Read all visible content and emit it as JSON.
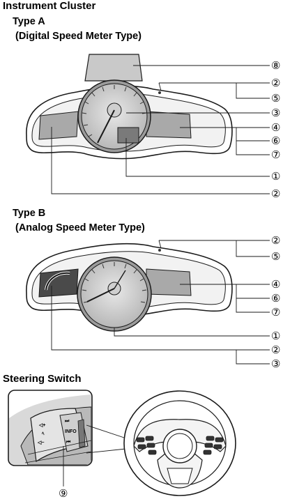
{
  "headings": {
    "main": "Instrument Cluster",
    "type_a": "Type A",
    "type_a_sub": "(Digital Speed Meter Type)",
    "type_b": "Type B",
    "type_b_sub": "(Analog Speed Meter Type)",
    "steering": "Steering Switch"
  },
  "callouts": [
    "①",
    "②",
    "③",
    "④",
    "⑤",
    "⑥",
    "⑦",
    "⑧",
    "⑨"
  ],
  "switch_labels": {
    "vol_up": "◁+",
    "voice": "ﾍ",
    "vol_down": "◁−",
    "next": "⏭",
    "info": "INFO",
    "prev": "⏮"
  },
  "colors": {
    "line": "#1a1a1a",
    "fill_light": "#d6d6d6",
    "fill_mid": "#b3b3b3",
    "fill_dark": "#8a8a8a",
    "panel": "#c7c7c7",
    "dark_panel": "#4a4a4a",
    "arc_black": "#111111"
  }
}
